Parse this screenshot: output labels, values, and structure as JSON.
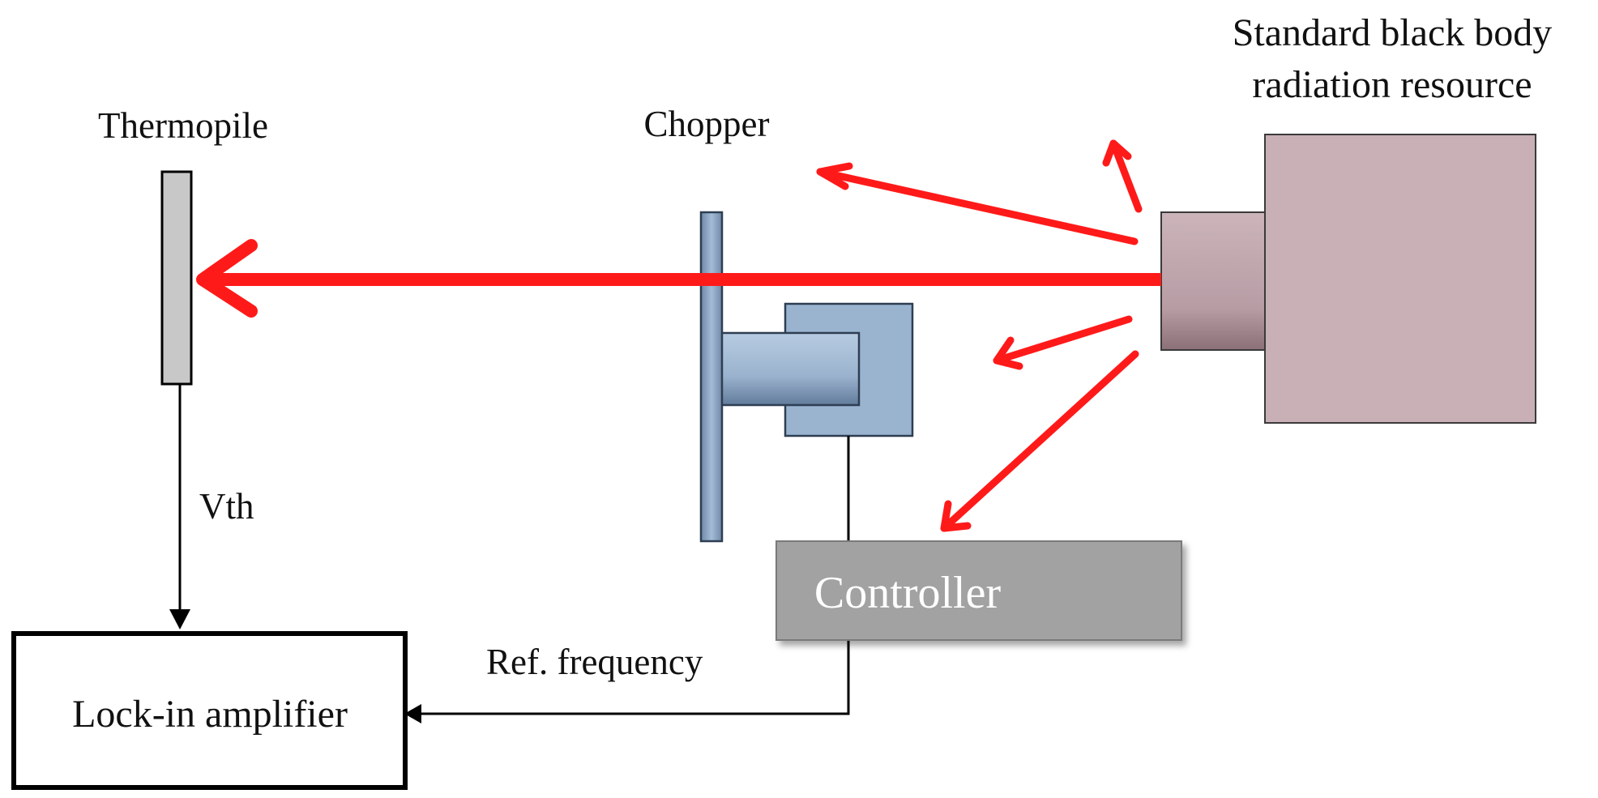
{
  "labels": {
    "blackbody_line1": "Standard black body",
    "blackbody_line2": "radiation resource",
    "thermopile": "Thermopile",
    "chopper": "Chopper",
    "vth": "Vth",
    "controller": "Controller",
    "ref_frequency": "Ref. frequency",
    "lockin": "Lock-in amplifier"
  },
  "colors": {
    "radiation": "#ff1a1a",
    "blackbody": "#c8b0b6",
    "chopper": "#9ab4d0",
    "thermopile": "#c8c8c8",
    "controller": "#a2a2a2",
    "controller_text": "#ffffff",
    "wire": "#000000"
  }
}
